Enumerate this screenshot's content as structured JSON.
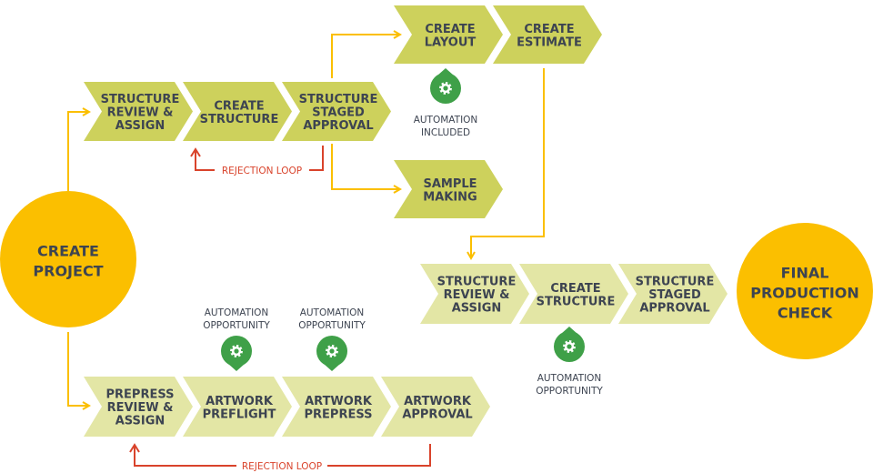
{
  "colors": {
    "step_dark": "#cdd15c",
    "step_light": "#e3e6a5",
    "circle": "#fbbf00",
    "flow_arrow": "#fbbf00",
    "rejection": "#d9432b",
    "automation_pin": "#3fa048",
    "text": "#3d4451"
  },
  "circles": [
    {
      "id": "create-project",
      "lines": [
        "CREATE",
        "PROJECT"
      ]
    },
    {
      "id": "final-production-check",
      "lines": [
        "FINAL",
        "PRODUCTION",
        "CHECK"
      ]
    }
  ],
  "steps": [
    {
      "id": "structure-review-assign-1",
      "tone": "dark",
      "lines": [
        "STRUCTURE",
        "REVIEW &",
        "ASSIGN"
      ]
    },
    {
      "id": "create-structure-1",
      "tone": "dark",
      "lines": [
        "CREATE",
        "STRUCTURE"
      ]
    },
    {
      "id": "structure-staged-approval-1",
      "tone": "dark",
      "lines": [
        "STRUCTURE",
        "STAGED",
        "APPROVAL"
      ]
    },
    {
      "id": "create-layout",
      "tone": "dark",
      "lines": [
        "CREATE",
        "LAYOUT"
      ]
    },
    {
      "id": "create-estimate",
      "tone": "dark",
      "lines": [
        "CREATE",
        "ESTIMATE"
      ]
    },
    {
      "id": "sample-making",
      "tone": "dark",
      "lines": [
        "SAMPLE",
        "MAKING"
      ]
    },
    {
      "id": "structure-review-assign-2",
      "tone": "light",
      "lines": [
        "STRUCTURE",
        "REVIEW &",
        "ASSIGN"
      ]
    },
    {
      "id": "create-structure-2",
      "tone": "light",
      "lines": [
        "CREATE",
        "STRUCTURE"
      ]
    },
    {
      "id": "structure-staged-approval-2",
      "tone": "light",
      "lines": [
        "STRUCTURE",
        "STAGED",
        "APPROVAL"
      ]
    },
    {
      "id": "prepress-review-assign",
      "tone": "light",
      "lines": [
        "PREPRESS",
        "REVIEW &",
        "ASSIGN"
      ]
    },
    {
      "id": "artwork-preflight",
      "tone": "light",
      "lines": [
        "ARTWORK",
        "PREFLIGHT"
      ]
    },
    {
      "id": "artwork-prepress",
      "tone": "light",
      "lines": [
        "ARTWORK",
        "PREPRESS"
      ]
    },
    {
      "id": "artwork-approval",
      "tone": "light",
      "lines": [
        "ARTWORK",
        "APPROVAL"
      ]
    }
  ],
  "automation_notes": [
    {
      "id": "automation-included",
      "icon": "gear-icon",
      "lines": [
        "AUTOMATION",
        "INCLUDED"
      ]
    },
    {
      "id": "automation-opportunity-preflight",
      "icon": "gear-icon",
      "lines": [
        "AUTOMATION",
        "OPPORTUNITY"
      ]
    },
    {
      "id": "automation-opportunity-prepress",
      "icon": "gear-icon",
      "lines": [
        "AUTOMATION",
        "OPPORTUNITY"
      ]
    },
    {
      "id": "automation-opportunity-create-structure",
      "icon": "gear-icon",
      "lines": [
        "AUTOMATION",
        "OPPORTUNITY"
      ]
    }
  ],
  "rejection_loops": [
    {
      "id": "rejection-loop-structure",
      "label": "REJECTION LOOP"
    },
    {
      "id": "rejection-loop-artwork",
      "label": "REJECTION LOOP"
    }
  ]
}
